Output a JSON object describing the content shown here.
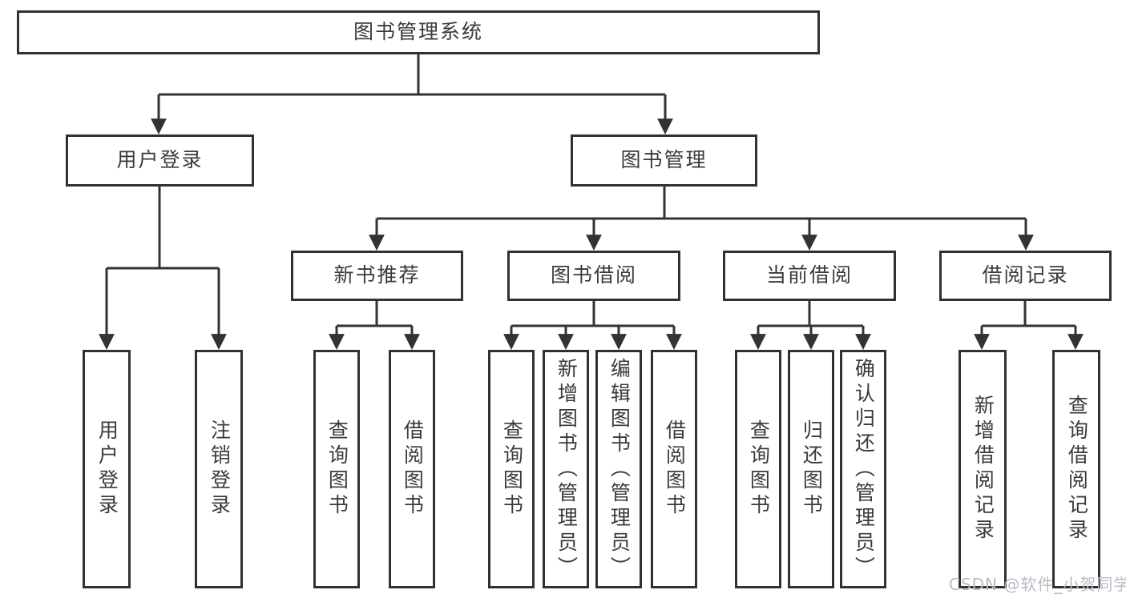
{
  "diagram_title": "图书管理系统",
  "nodes": {
    "root": {
      "label": "图书管理系统"
    },
    "user_login": {
      "label": "用户登录"
    },
    "book_management": {
      "label": "图书管理"
    },
    "new_book_recommend": {
      "label": "新书推荐"
    },
    "book_borrowing": {
      "label": "图书借阅"
    },
    "current_borrowing": {
      "label": "当前借阅"
    },
    "borrowing_records": {
      "label": "借阅记录"
    },
    "leaf_user_login": {
      "label": "用户登录"
    },
    "leaf_logout": {
      "label": "注销登录"
    },
    "leaf_query_books_1": {
      "label": "查询图书"
    },
    "leaf_borrow_books_1": {
      "label": "借阅图书"
    },
    "leaf_query_books_2": {
      "label": "查询图书"
    },
    "leaf_add_books": {
      "label": "新增图书（管理员）"
    },
    "leaf_edit_books": {
      "label": "编辑图书（管理员）"
    },
    "leaf_borrow_books_2": {
      "label": "借阅图书"
    },
    "leaf_query_books_3": {
      "label": "查询图书"
    },
    "leaf_return_books": {
      "label": "归还图书"
    },
    "leaf_confirm_return": {
      "label": "确认归还（管理员）"
    },
    "leaf_add_borrow_record": {
      "label": "新增借阅记录"
    },
    "leaf_query_borrow_record": {
      "label": "查询借阅记录"
    }
  },
  "hierarchy": {
    "root": [
      "user_login",
      "book_management"
    ],
    "user_login": [
      "leaf_user_login",
      "leaf_logout"
    ],
    "book_management": [
      "new_book_recommend",
      "book_borrowing",
      "current_borrowing",
      "borrowing_records"
    ],
    "new_book_recommend": [
      "leaf_query_books_1",
      "leaf_borrow_books_1"
    ],
    "book_borrowing": [
      "leaf_query_books_2",
      "leaf_add_books",
      "leaf_edit_books",
      "leaf_borrow_books_2"
    ],
    "current_borrowing": [
      "leaf_query_books_3",
      "leaf_return_books",
      "leaf_confirm_return"
    ],
    "borrowing_records": [
      "leaf_add_borrow_record",
      "leaf_query_borrow_record"
    ]
  },
  "watermark": {
    "text": "CSDN @软件_小贺同学"
  },
  "colors": {
    "line": "#333333",
    "box_border": "#313131",
    "box_background": "#ffffff",
    "text": "#3a3a3a",
    "watermark": "#b7bcc4"
  }
}
